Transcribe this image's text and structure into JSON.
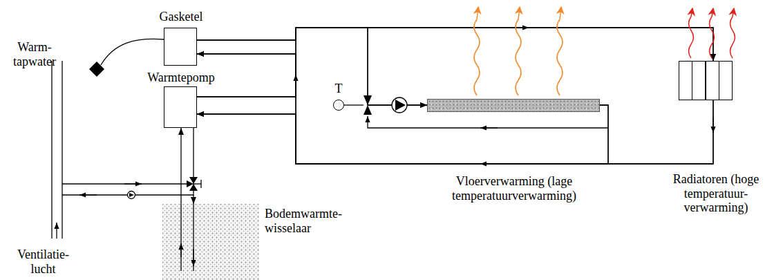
{
  "diagram": {
    "nodes": [
      {
        "text": [
          "Gasketel"
        ]
      },
      {
        "text": [
          "Warmtepomp"
        ]
      },
      {
        "text": [
          "Bodemwarmte- wisselaar"
        ]
      },
      {
        "text": [
          "T"
        ]
      },
      {
        "text": [
          "Vloerverwarming (lage temperatuurverwarming)"
        ]
      },
      {
        "text": [
          "Radiatoren (hoge temperatuur- verwarming)"
        ]
      }
    ],
    "edges": [
      {
        "from": 0,
        "to": 5,
        "arrow": "to"
      },
      {
        "from": 0,
        "to": 4,
        "arrow": "to"
      },
      {
        "from": 1,
        "to": 5,
        "arrow": "to"
      },
      {
        "from": 1,
        "to": 4,
        "arrow": "to"
      },
      {
        "from": 5,
        "to": 0,
        "arrow": "to"
      },
      {
        "from": 5,
        "to": 1,
        "arrow": "to"
      },
      {
        "from": 4,
        "to": 0,
        "arrow": "to"
      },
      {
        "from": 4,
        "to": 1,
        "arrow": "to"
      },
      {
        "from": 2,
        "to": 1,
        "arrow": "to"
      },
      {
        "from": 1,
        "to": 2,
        "arrow": "to"
      }
    ],
    "labels": [
      "Warm- tapwater",
      "Ventilatie- lucht"
    ]
  }
}
